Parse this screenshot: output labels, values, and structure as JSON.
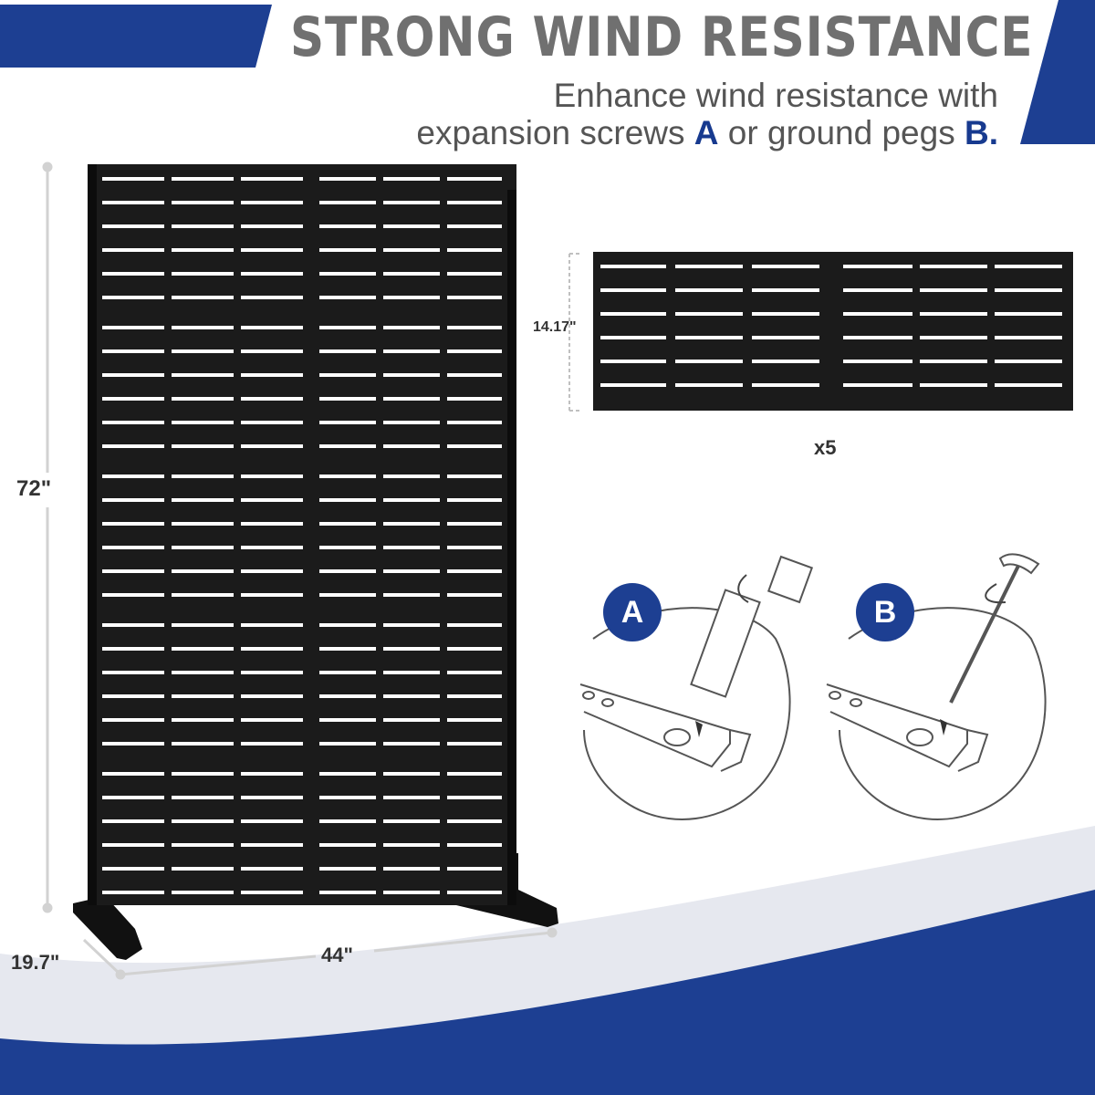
{
  "header": {
    "title": "STRONG WIND RESISTANCE",
    "subtitle_line1": "Enhance wind resistance with",
    "subtitle_line2_part1": "expansion screws ",
    "subtitle_line2_accent1": "A",
    "subtitle_line2_part2": " or ground pegs ",
    "subtitle_line2_accent2": "B."
  },
  "dimensions": {
    "height": "72\"",
    "width": "44\"",
    "depth": "19.7\"",
    "panel_height": "14.17\"",
    "panel_quantity": "x5"
  },
  "options": {
    "a_label": "A",
    "b_label": "B"
  },
  "colors": {
    "accent_blue": "#1d3f92",
    "panel_black": "#1b1b1b",
    "title_gray": "#707070"
  }
}
